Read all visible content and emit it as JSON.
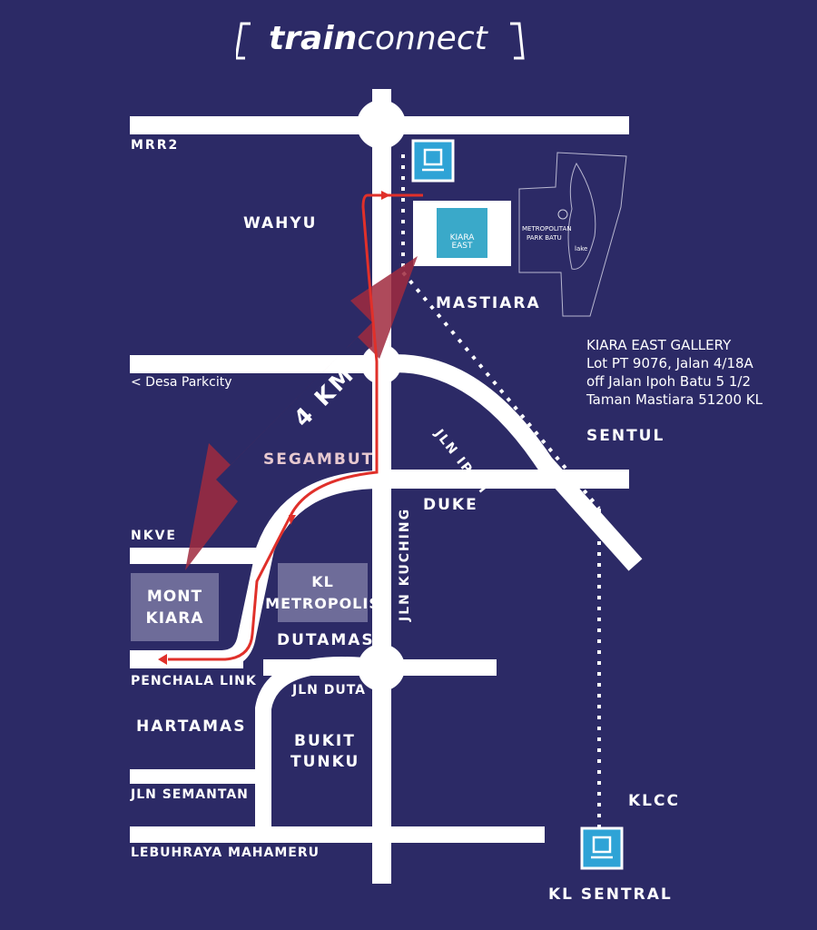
{
  "logo": {
    "bold": "train",
    "light": "connect"
  },
  "kiara_logo_text": "KIARA EAST",
  "park": {
    "line1": "METROPOLITAN",
    "line2": "PARK BATU",
    "lake": "lake"
  },
  "roads": {
    "mrr2": "MRR2",
    "desa_parkcity": "< Desa Parkcity",
    "nkve": "NKVE",
    "penchala_link": "PENCHALA LINK",
    "jln_semantan": "JLN SEMANTAN",
    "lebuhraya_mahameru": "LEBUHRAYA MAHAMERU",
    "jln_ipoh": "JLN IPOH",
    "jln_kuching": "JLN KUCHING",
    "jln_duta": "JLN DUTA"
  },
  "areas": {
    "wahyu": "WAHYU",
    "mastiara": "MASTIARA",
    "segambut": "SEGAMBUT",
    "duke": "DUKE",
    "sentul": "SENTUL",
    "dutamas": "DUTAMAS",
    "hartamas": "HARTAMAS",
    "bukit_tunku_1": "BUKIT",
    "bukit_tunku_2": "TUNKU",
    "klcc": "KLCC",
    "kl_sentral": "KL SENTRAL"
  },
  "landmarks": {
    "mont_kiara_1": "MONT",
    "mont_kiara_2": "KIARA",
    "kl_metropolis_1": "KL",
    "kl_metropolis_2": "METROPOLIS"
  },
  "distance": "4 KM",
  "address": {
    "line1": "KIARA EAST GALLERY",
    "line2": "Lot PT 9076, Jalan 4/18A",
    "line3": "off Jalan Ipoh Batu 5 1/2",
    "line4": "Taman Mastiara 51200 KL"
  },
  "colors": {
    "background": "#2c2a66",
    "road": "#ffffff",
    "route": "#e0302a",
    "arrow": "#8c2336",
    "kiara": "#3aa9c9",
    "station": "#2ea3d6",
    "box": "#6e6c99"
  },
  "icons": [
    "train-station-icon",
    "train-station-icon"
  ]
}
